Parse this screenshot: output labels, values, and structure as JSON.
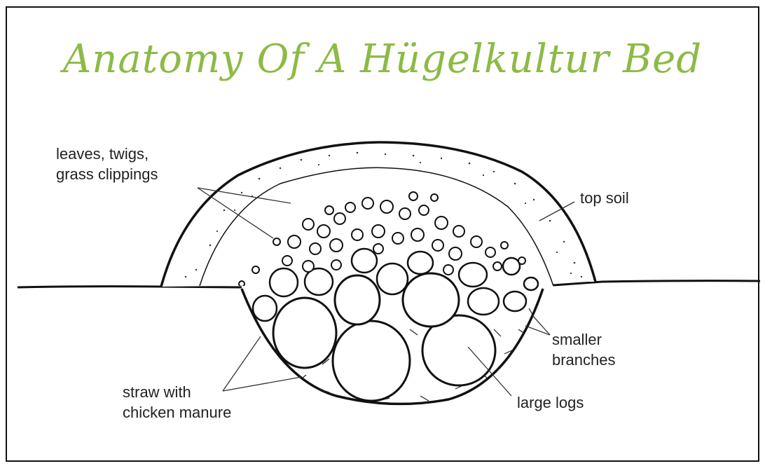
{
  "title": "Anatomy Of A Hügelkultur Bed",
  "labels": {
    "leaves_line1": "leaves, twigs,",
    "leaves_line2": "grass clippings",
    "top_soil": "top soil",
    "smaller_branches_line1": "smaller",
    "smaller_branches_line2": "branches",
    "large_logs": "large logs",
    "straw_line1": "straw with",
    "straw_line2": "chicken manure"
  },
  "colors": {
    "title": "#8dba45",
    "ink": "#111111",
    "text": "#222222"
  }
}
